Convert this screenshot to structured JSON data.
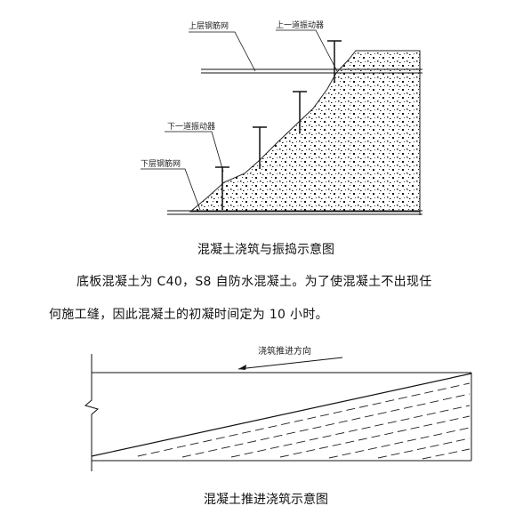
{
  "figure1": {
    "labels": {
      "upper_mesh": "上层钢筋网",
      "upper_vibrator": "上一道振动器",
      "lower_vibrator": "下一道振动器",
      "lower_mesh": "下层钢筋网"
    },
    "caption": "混凝土浇筑与振捣示意图"
  },
  "paragraph": {
    "line1": "底板混凝土为 C40，S8 自防水混凝土。为了使混凝土不出现任",
    "line2": "何施工缝，因此混凝土的初凝时间定为 10 小时。"
  },
  "figure2": {
    "direction_label": "浇筑推进方向",
    "caption": "混凝土推进浇筑示意图"
  }
}
